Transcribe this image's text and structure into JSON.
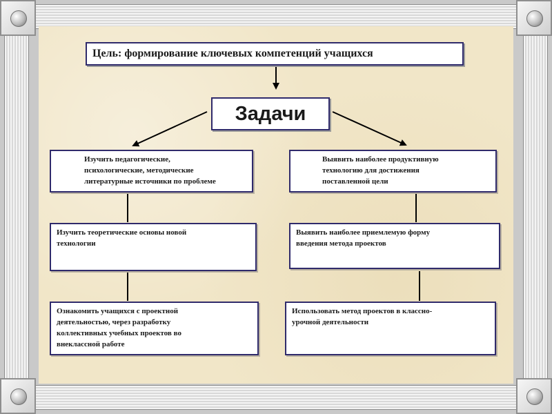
{
  "goal": {
    "text": "Цель: формирование ключевых компетенций учащихся"
  },
  "tasks_title": "Задачи",
  "left_column": [
    {
      "text": "Изучить педагогические,\nпсихологические, методические\nлитературные источники по проблеме"
    },
    {
      "text": "Изучить теоретические основы новой\nтехнологии"
    },
    {
      "text": "Ознакомить учащихся с проектной\nдеятельностью, через разработку\nколлективных учебных проектов во\nвнеклассной работе"
    }
  ],
  "right_column": [
    {
      "text": "Выявить наиболее продуктивную\nтехнологию для достижения\nпоставленной цели"
    },
    {
      "text": "Выявить наиболее приемлемую форму\nвведения метода проектов"
    },
    {
      "text": "Использовать метод проектов в классно-\nурочной деятельности"
    }
  ],
  "colors": {
    "box_border": "#2f2a6b",
    "panel_bg": "#f1e6c8",
    "frame": "#d8d8d8",
    "arrow": "#000000"
  }
}
